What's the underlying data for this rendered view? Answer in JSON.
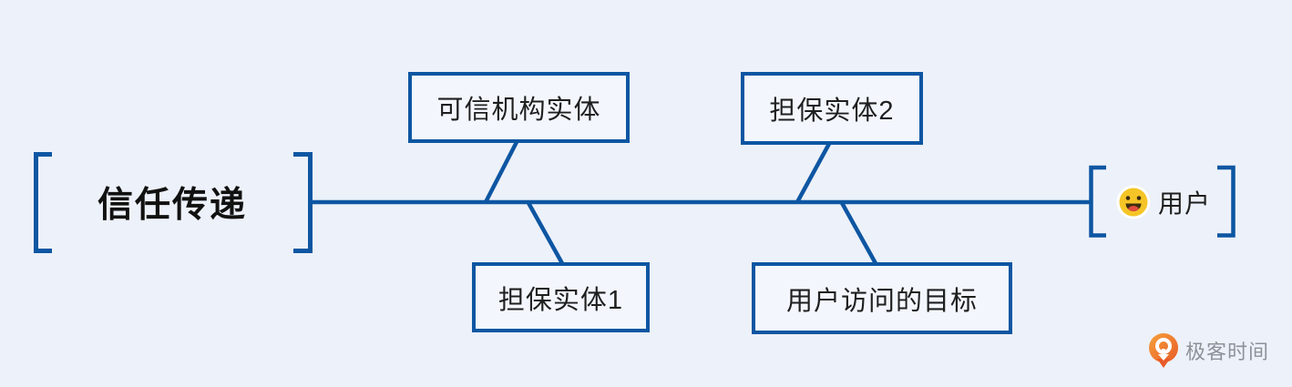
{
  "diagram": {
    "title": "信任传递",
    "user_label": "用户",
    "nodes": {
      "trusted_org": "可信机构实体",
      "guarantor2": "担保实体2",
      "guarantor1": "担保实体1",
      "target": "用户访问的目标"
    },
    "icons": {
      "user_emoji": "smiling-face-emoji",
      "brand_icon": "geektime-logo-icon"
    },
    "colors": {
      "line_blue": "#0d56a2",
      "background": "#edf1f9",
      "node_fill": "#f3f7fd",
      "text_dark": "#1f1f1f",
      "emoji_yellow": "#f5c527",
      "emoji_tongue": "#e04b3f",
      "brand_orange": "#ed6d2d",
      "brand_text_gray": "#8e9298"
    }
  },
  "watermark": {
    "brand": "极客时间"
  }
}
